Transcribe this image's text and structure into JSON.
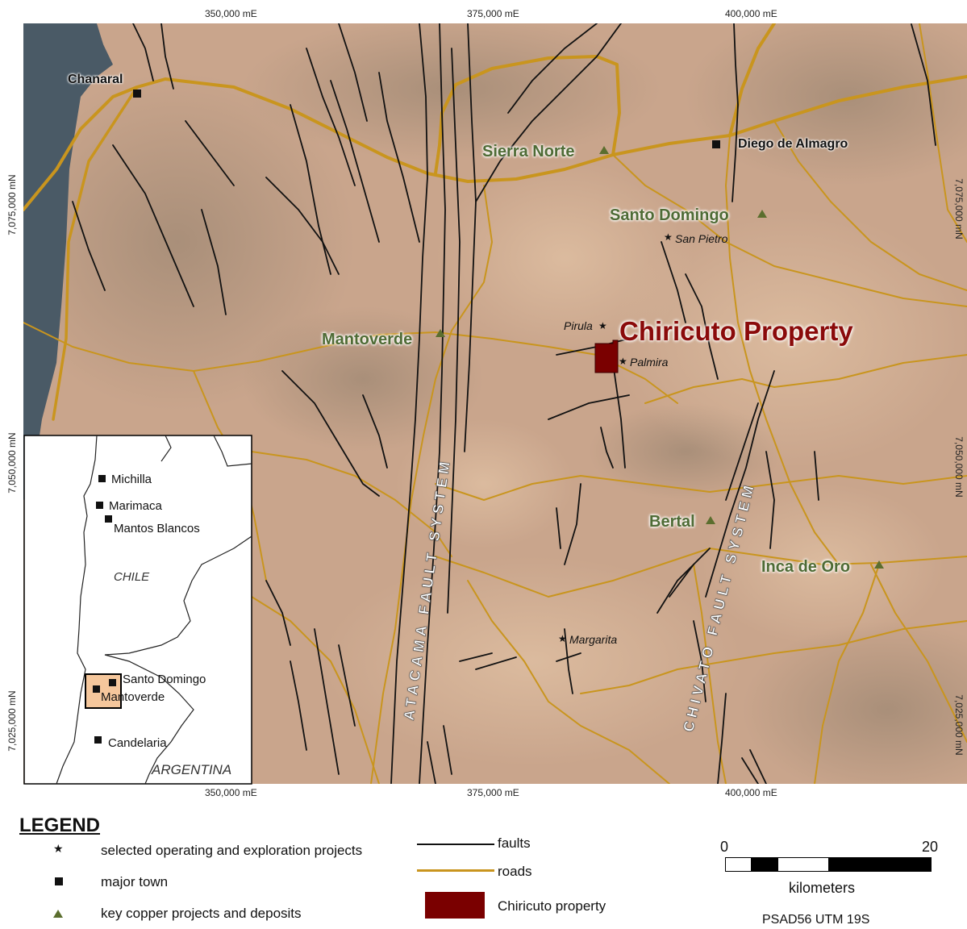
{
  "colors": {
    "road": "#c9951e",
    "fault": "#111111",
    "property": "#7a0000",
    "property_label": "#8a0a0a",
    "deposit_label": "#4e6b35",
    "sea": "#4a5a66",
    "land": "#c9a58c"
  },
  "grid": {
    "top_labels": [
      "350,000 mE",
      "375,000 mE",
      "400,000 mE"
    ],
    "bottom_labels": [
      "350,000 mE",
      "375,000 mE",
      "400,000 mE"
    ],
    "left_labels": [
      "7,075,000 mN",
      "7,050,000 mN",
      "7,025,000 mN"
    ],
    "right_labels": [
      "7,075,000 mN",
      "7,050,000 mN",
      "7,025,000 mN"
    ]
  },
  "towns": [
    {
      "name": "Chanaral"
    },
    {
      "name": "Diego de Almagro"
    }
  ],
  "copper_deposits": [
    {
      "name": "Sierra Norte"
    },
    {
      "name": "Santo Domingo"
    },
    {
      "name": "Mantoverde"
    },
    {
      "name": "Bertal"
    },
    {
      "name": "Inca de Oro"
    }
  ],
  "projects": [
    {
      "name": "San Pietro"
    },
    {
      "name": "Pirula"
    },
    {
      "name": "Palmira"
    },
    {
      "name": "Margarita"
    }
  ],
  "property_label": "Chiricuto Property",
  "fault_systems": [
    {
      "name": "ATACAMA FAULT SYSTEM"
    },
    {
      "name": "CHIVATO FAULT SYSTEM"
    }
  ],
  "inset": {
    "towns": [
      "Michilla",
      "Marimaca",
      "Mantos Blancos",
      "Santo Domingo",
      "Mantoverde",
      "Candelaria"
    ],
    "countries": [
      "CHILE",
      "ARGENTINA"
    ]
  },
  "legend": {
    "title": "LEGEND",
    "items": [
      {
        "symbol": "star-icon",
        "label": "selected operating and exploration projects"
      },
      {
        "symbol": "square-icon",
        "label": "major town"
      },
      {
        "symbol": "triangle-icon",
        "label": "key copper projects and deposits"
      },
      {
        "symbol": "fault-line",
        "label": "faults"
      },
      {
        "symbol": "road-line",
        "label": "roads"
      },
      {
        "symbol": "property-box",
        "label": "Chiricuto property"
      }
    ]
  },
  "scale_bar": {
    "start": "0",
    "end": "20",
    "unit": "kilometers",
    "projection": "PSAD56 UTM 19S"
  }
}
